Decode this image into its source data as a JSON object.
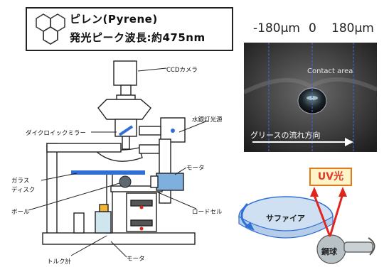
{
  "title": {
    "line1": "ピレン(Pyrene)",
    "line2": "発光ピーク波長:約475nm"
  },
  "scale": {
    "left": "-180μm",
    "center": "0",
    "right": "180μm"
  },
  "photo": {
    "contact_area": "Contact area",
    "flow_direction": "グリースの流れ方向"
  },
  "apparatus": {
    "ccd_camera": "CCDカメラ",
    "dichroic_mirror": "ダイクロイックミラー",
    "mercury_lamp": "水銀灯光源",
    "glass_disk_line1": "ガラス",
    "glass_disk_line2": "ディスク",
    "motor_top": "モータ",
    "ball": "ボール",
    "load_cell": "ロードセル",
    "torque_meter": "トルク計",
    "motor_bottom": "モータ"
  },
  "sapphire_diagram": {
    "uv_light": "UV光",
    "sapphire": "サファイア",
    "steel_ball": "鋼球"
  },
  "colors": {
    "uv_text": "#e23a2a",
    "uv_border": "#e07a1a",
    "uv_fill": "#fff4c8",
    "arrow_red": "#e0251c",
    "disk_blue": "#2f6fd6",
    "disk_fill": "#cfe0f3"
  }
}
